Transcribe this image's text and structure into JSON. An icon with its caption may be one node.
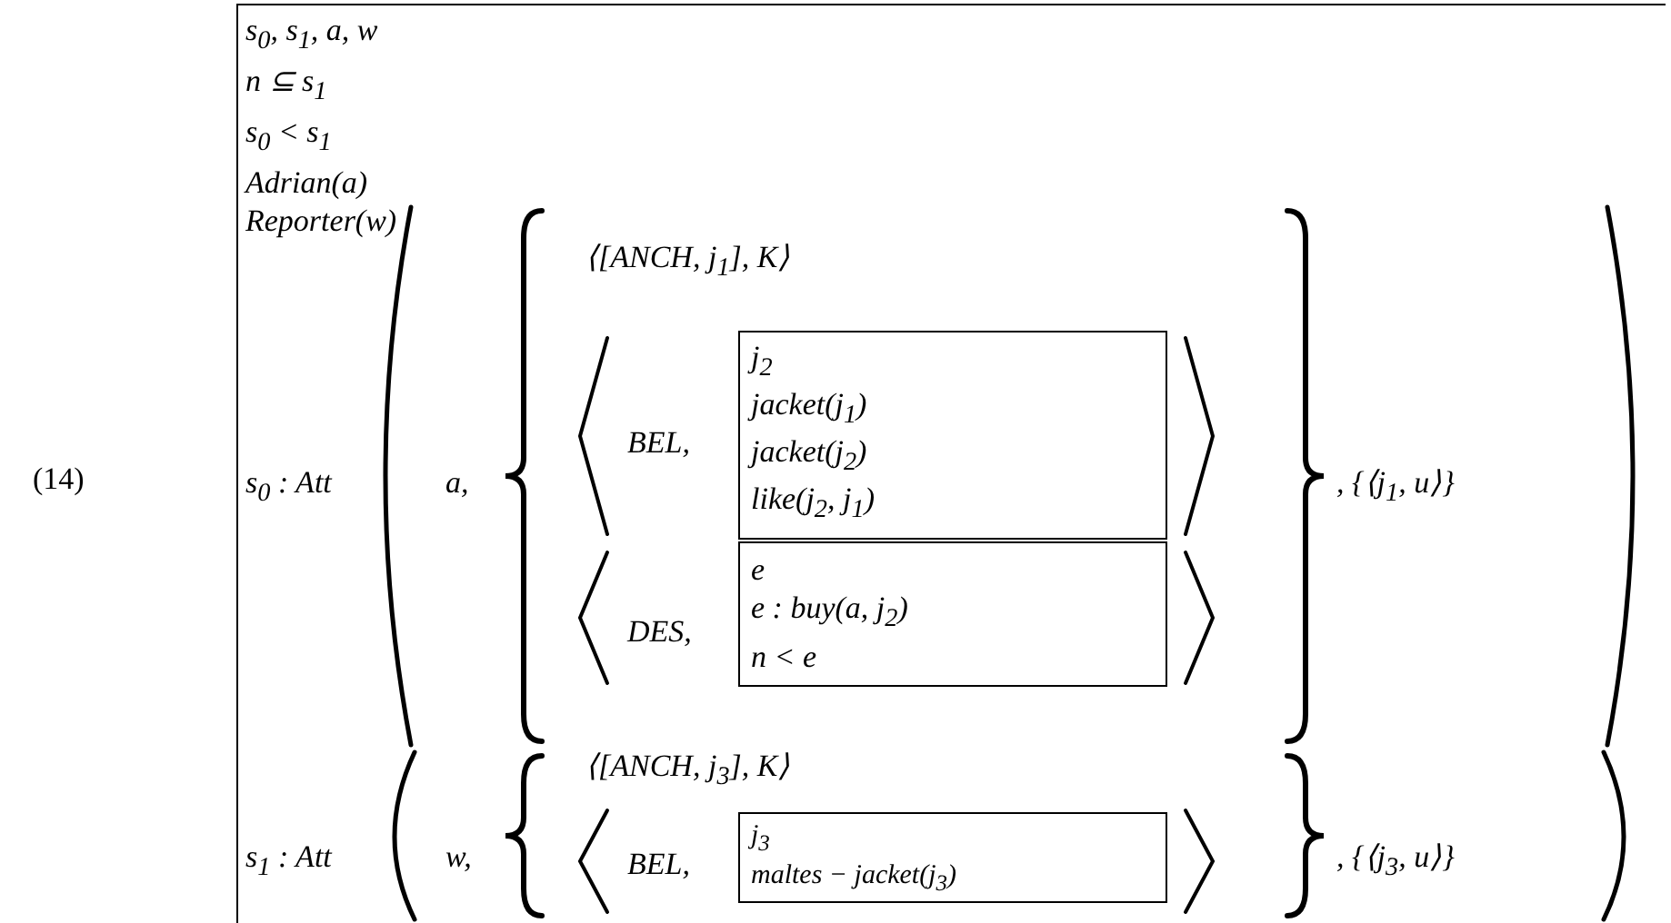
{
  "diagram": {
    "nodes": [
      {
        "text": [
          "s$_{0}$, s$_{1}$, a, w",
          "n ⊆ s$_{1}$",
          "s$_{0}$ < s$_{1}$",
          "Adrian(a)",
          "Reporter(w)"
        ]
      },
      {
        "text": [
          "j$_{2}$",
          "jacket(j$_{1}$)",
          "jacket(j$_{2}$)",
          "like(j$_{2}$, j$_{1}$)"
        ],
        "in": 0
      },
      {
        "text": [
          "e",
          "e : buy(a, j$_{2}$)",
          "n < e"
        ],
        "in": 0
      },
      {
        "text": [
          "j$_{3}$",
          "maltes − jacket(j$_{3}$)"
        ],
        "in": 0
      }
    ],
    "labels": [
      "(14)",
      "s$_{0}$ : Att",
      "a,",
      "⟨[ANCH, j$_{1}$], K⟩",
      "BEL,",
      ", {⟨j$_{1}$, u⟩}",
      "DES,",
      "s$_{1}$ : Att",
      "w,",
      "⟨[ANCH, j$_{3}$], K⟩",
      "BEL,",
      ", {⟨j$_{3}$, u⟩}"
    ]
  }
}
